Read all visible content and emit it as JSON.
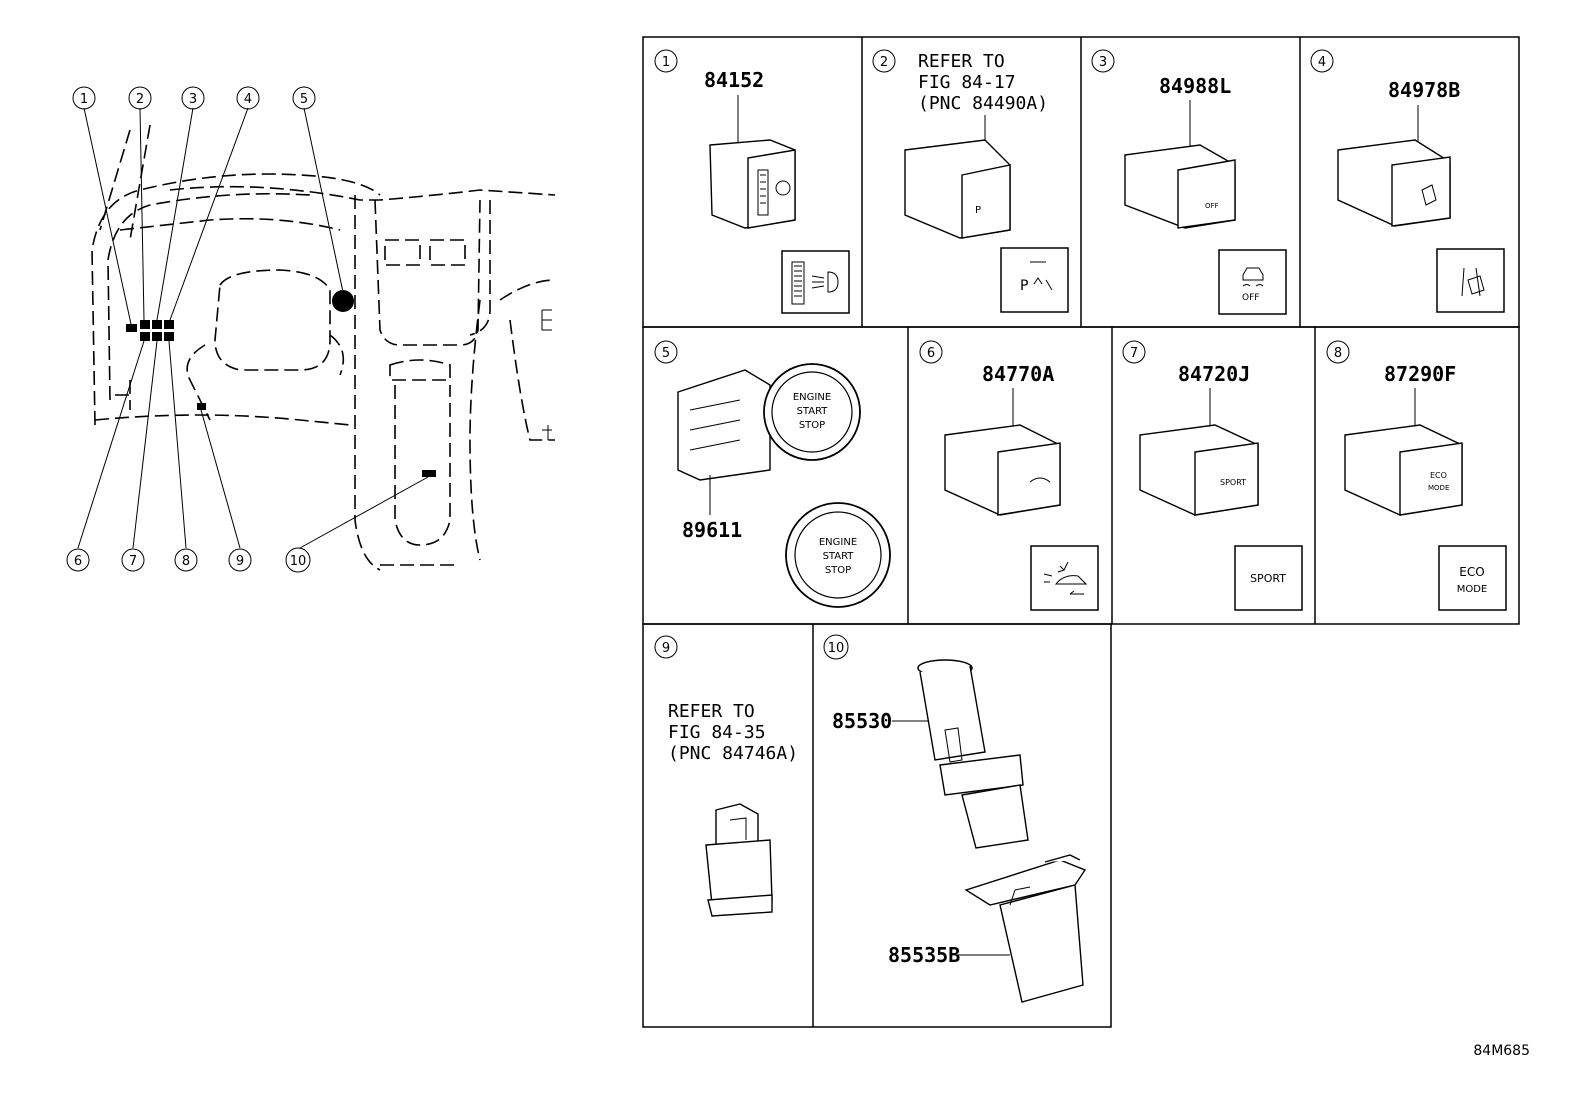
{
  "callouts": [
    "1",
    "2",
    "3",
    "4",
    "5",
    "6",
    "7",
    "8",
    "9",
    "10"
  ],
  "cells": [
    {
      "num": "1",
      "part": "84152",
      "refer": []
    },
    {
      "num": "2",
      "part": "",
      "refer": [
        "REFER TO",
        "FIG 84-17",
        "(PNC 84490A)"
      ]
    },
    {
      "num": "3",
      "part": "84988L",
      "refer": []
    },
    {
      "num": "4",
      "part": "84978B",
      "refer": []
    },
    {
      "num": "5",
      "part": "89611",
      "refer": [],
      "button_text": [
        "ENGINE",
        "START",
        "STOP"
      ]
    },
    {
      "num": "6",
      "part": "84770A",
      "refer": []
    },
    {
      "num": "7",
      "part": "84720J",
      "refer": [],
      "icon_text": "SPORT"
    },
    {
      "num": "8",
      "part": "87290F",
      "refer": [],
      "icon_text": [
        "ECO",
        "MODE"
      ]
    },
    {
      "num": "9",
      "part": "",
      "refer": [
        "REFER TO",
        "FIG 84-35",
        "(PNC 84746A)"
      ]
    },
    {
      "num": "10",
      "parts": [
        "85530",
        "85535B"
      ],
      "refer": []
    }
  ],
  "icon_glyphs": {
    "p_icon": "P",
    "off_icon": "OFF"
  },
  "diagram_code": "84M685"
}
